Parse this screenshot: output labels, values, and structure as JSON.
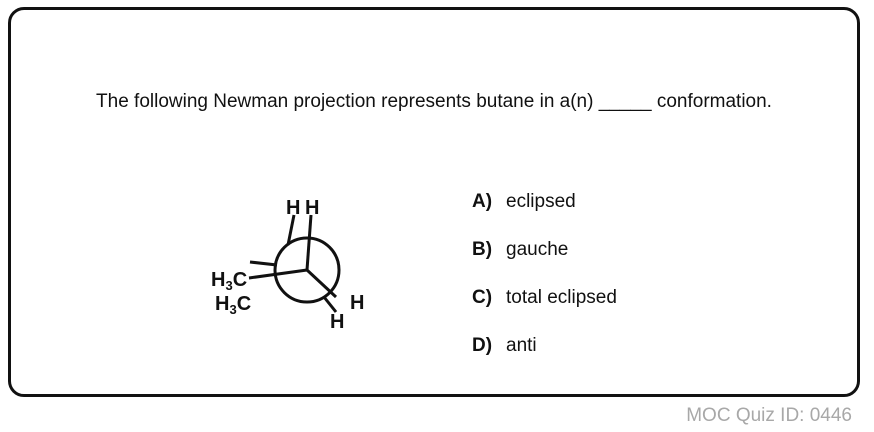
{
  "question": {
    "text": "The following Newman projection represents butane in a(n) _____ conformation."
  },
  "molecule": {
    "front_atom_1": "H",
    "front_atom_2": "H",
    "methyl_top": {
      "group": "H",
      "subscript": "3",
      "atom": "C"
    },
    "methyl_bottom": {
      "group": "H",
      "subscript": "3",
      "atom": "C"
    },
    "right_h_1": "H",
    "right_h_2": "H"
  },
  "options": [
    {
      "letter": "A)",
      "text": "eclipsed"
    },
    {
      "letter": "B)",
      "text": "gauche"
    },
    {
      "letter": "C)",
      "text": "total eclipsed"
    },
    {
      "letter": "D)",
      "text": "anti"
    }
  ],
  "footer": {
    "quiz_id": "MOC Quiz ID: 0446"
  },
  "colors": {
    "border": "#111111",
    "text": "#111111",
    "footer_text": "#a8a8a8"
  }
}
